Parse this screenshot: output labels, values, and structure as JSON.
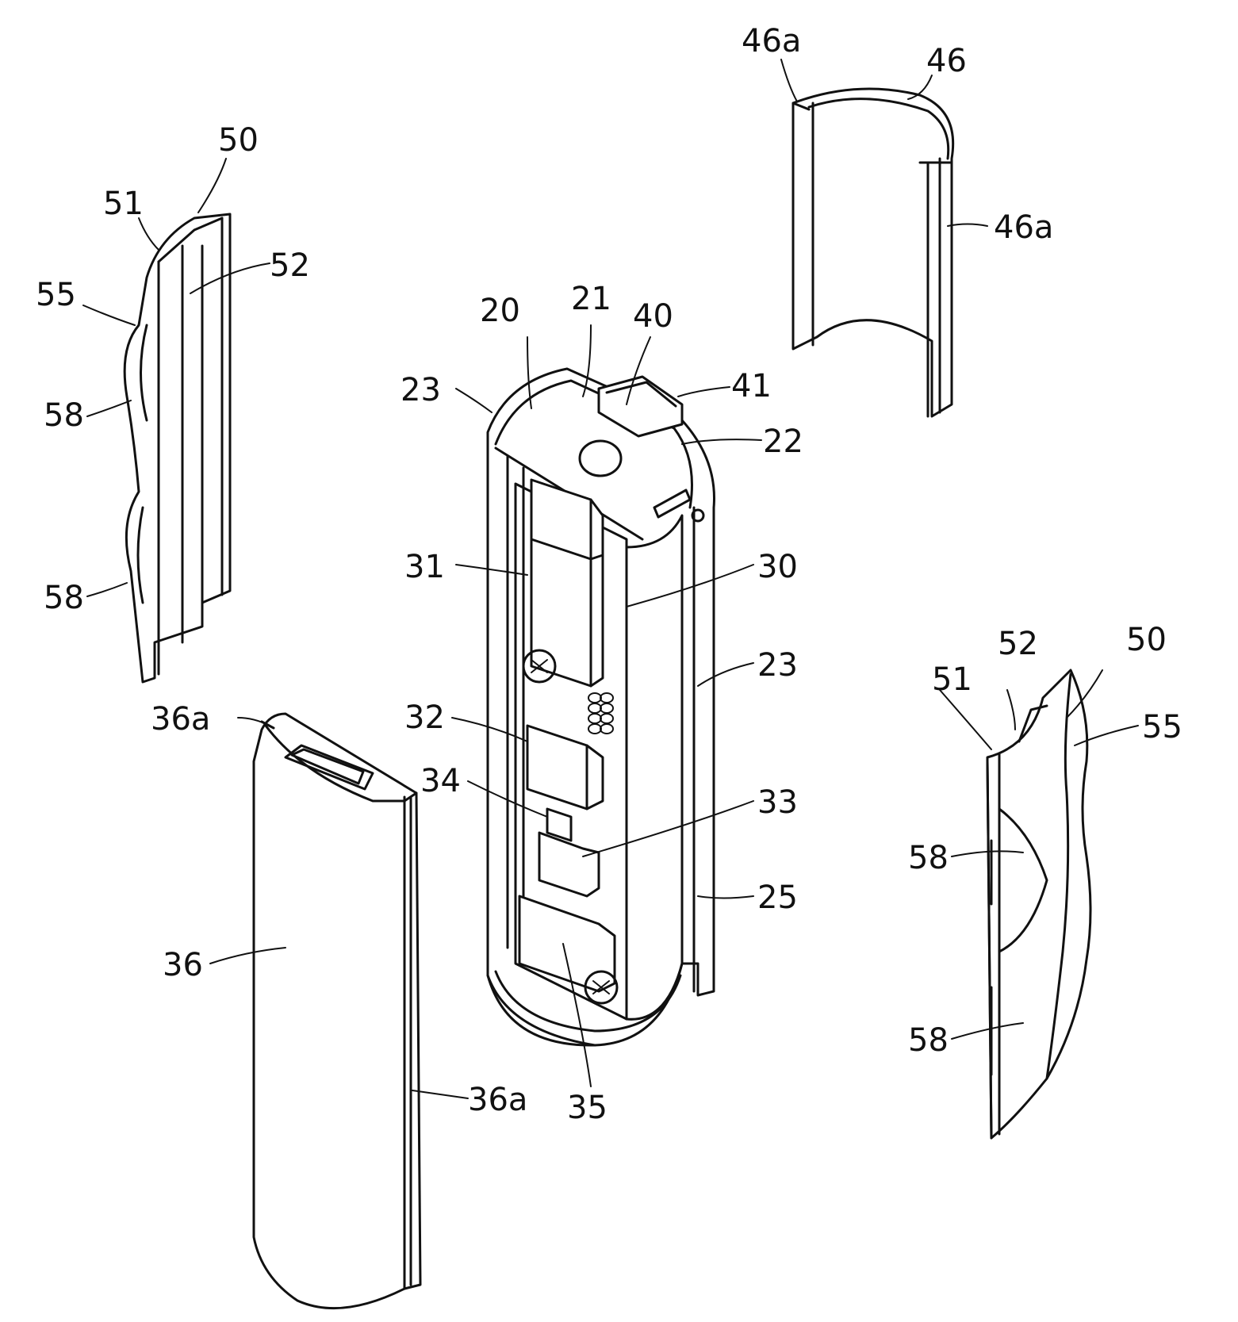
{
  "labels": {
    "l46a_top": "46a",
    "l46": "46",
    "l46a_right": "46a",
    "l50_left": "50",
    "l51_left": "51",
    "l52_left": "52",
    "l55_left": "55",
    "l58_left_upper": "58",
    "l58_left_lower": "58",
    "l20": "20",
    "l21": "21",
    "l40": "40",
    "l41": "41",
    "l23_top": "23",
    "l22": "22",
    "l31": "31",
    "l30": "30",
    "l23_mid": "23",
    "l32": "32",
    "l34": "34",
    "l33": "33",
    "l25": "25",
    "l36a_top": "36a",
    "l36": "36",
    "l36a_bottom": "36a",
    "l35": "35",
    "l52_right": "52",
    "l50_right": "50",
    "l51_right": "51",
    "l55_right": "55",
    "l58_right_upper": "58",
    "l58_right_lower": "58"
  }
}
